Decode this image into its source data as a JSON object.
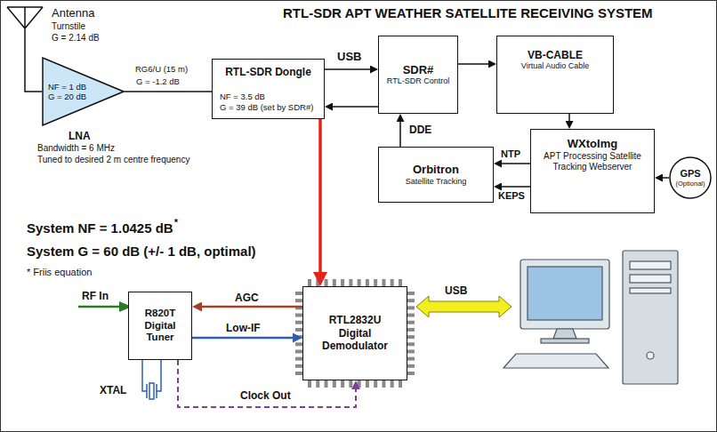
{
  "diagram": {
    "title": "RTL-SDR APT WEATHER SATELLITE RECEIVING SYSTEM",
    "nodes": [
      {
        "text": [
          "NF = 1 dB",
          "G = 20 dB",
          "LNA"
        ]
      },
      {
        "text": [
          "RTL-SDR Dongle",
          "NF = 3.5 dB",
          "G = 39 dB (set by SDR#)"
        ]
      },
      {
        "text": [
          "SDR#",
          "RTL-SDR Control"
        ]
      },
      {
        "text": [
          "VB-CABLE",
          "Virtual Audio Cable"
        ]
      },
      {
        "text": [
          "Orbitron",
          "Satellite Tracking"
        ]
      },
      {
        "text": [
          "WXtoImg",
          "APT Processing Satellite Tracking Webserver"
        ]
      },
      {
        "text": [
          "GPS",
          "(Optional)"
        ]
      },
      {
        "text": [
          "R820T Digital Tuner"
        ]
      },
      {
        "text": [
          "RTL2832U Digital Demodulator"
        ]
      }
    ],
    "edges": [
      {
        "from": 0,
        "to": 1,
        "arrow": "none",
        "label": "RG6/U (15 m)"
      },
      {
        "from": 1,
        "to": 2,
        "arrow": "to",
        "label": "USB"
      },
      {
        "from": 2,
        "to": 1,
        "arrow": "to"
      },
      {
        "from": 2,
        "to": 3,
        "arrow": "to"
      },
      {
        "from": 3,
        "to": 5,
        "arrow": "to"
      },
      {
        "from": 6,
        "to": 5,
        "arrow": "to"
      },
      {
        "from": 5,
        "to": 4,
        "arrow": "to",
        "label": "NTP"
      },
      {
        "from": 5,
        "to": 4,
        "arrow": "to",
        "label": "KEPS"
      },
      {
        "from": 4,
        "to": 2,
        "arrow": "to",
        "label": "DDE"
      },
      {
        "from": 1,
        "to": 8,
        "arrow": "to"
      },
      {
        "from": 8,
        "to": 7,
        "arrow": "to",
        "label": "AGC"
      },
      {
        "from": 7,
        "to": 8,
        "arrow": "to",
        "label": "Low-IF"
      },
      {
        "from": 7,
        "to": 8,
        "arrow": "to",
        "label": "Clock Out"
      }
    ],
    "labels": [
      "Antenna",
      "Turnstile",
      "G = 2.14 dB",
      "Bandwidth = 6 MHz",
      "Tuned to desired 2 m centre frequency",
      "G = -1.2 dB",
      "System NF = 1.0425 dB",
      "*",
      "System G = 60 dB (+/- 1 dB, optimal)",
      "* Friis equation",
      "RF In",
      "XTAL",
      "USB"
    ]
  }
}
